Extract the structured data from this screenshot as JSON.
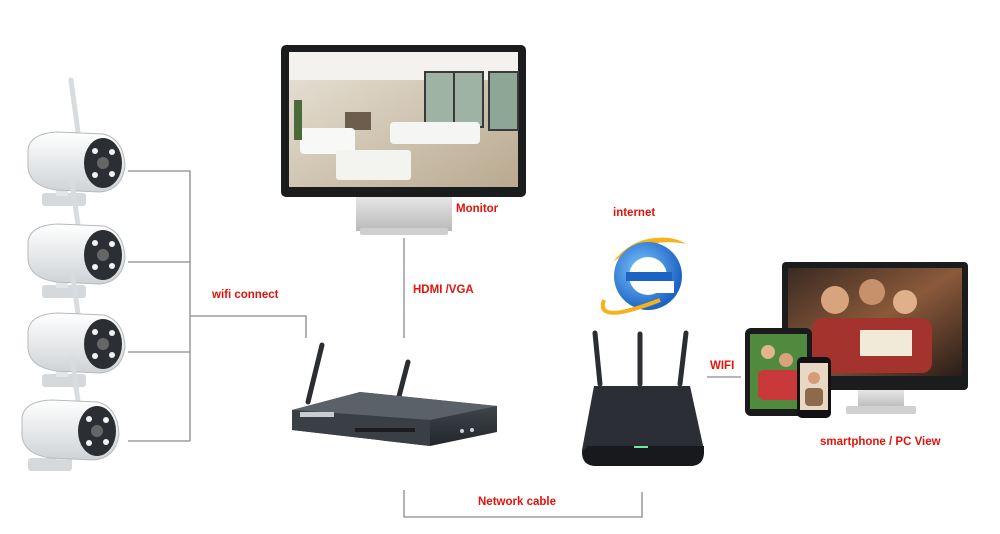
{
  "labels": {
    "monitor": "Monitor",
    "internet": "internet",
    "wifi_connect": "wifi connect",
    "hdmi_vga": "HDMI /VGA",
    "wifi": "WIFI",
    "smartphone_pc_view": "smartphone / PC View",
    "network_cable": "Network cable"
  },
  "colors": {
    "label_text": "#e3120b",
    "connector_line": "#8a8a8a",
    "internet_icon": "#1d7fd6"
  },
  "icons": [
    "camera-icon",
    "monitor-icon",
    "nvr-icon",
    "router-icon",
    "internet-explorer-icon",
    "tablet-icon",
    "smartphone-icon",
    "pc-monitor-icon"
  ]
}
